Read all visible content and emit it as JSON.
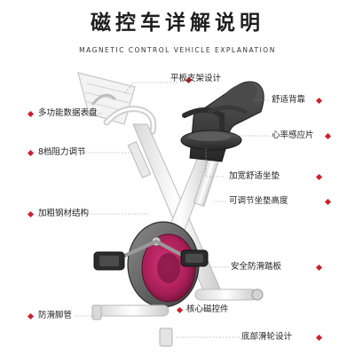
{
  "header": {
    "title": "磁控车详解说明",
    "subtitle": "MAGNETIC CONTROL VEHICLE EXPLANATION"
  },
  "callouts": {
    "tablet_holder": "平板支架设计",
    "multi_display": "多功能数据表盘",
    "comfort_backrest": "舒适背靠",
    "heart_rate": "心率感应片",
    "resistance": "8档阻力调节",
    "wide_seat": "加宽舒适坐垫",
    "adjustable_seat": "可调节坐垫高度",
    "thick_steel": "加粗钢材结构",
    "safe_pedal": "安全防滑踏板",
    "core_magnetic": "核心磁控件",
    "anti_slip_foot": "防滑脚管",
    "bottom_wheel": "底部滑轮设计"
  },
  "colors": {
    "accent_marker": "#cc1f2b",
    "flywheel": "#b0245f",
    "frame": "#eeeeee",
    "seat": "#3b3b3b"
  }
}
